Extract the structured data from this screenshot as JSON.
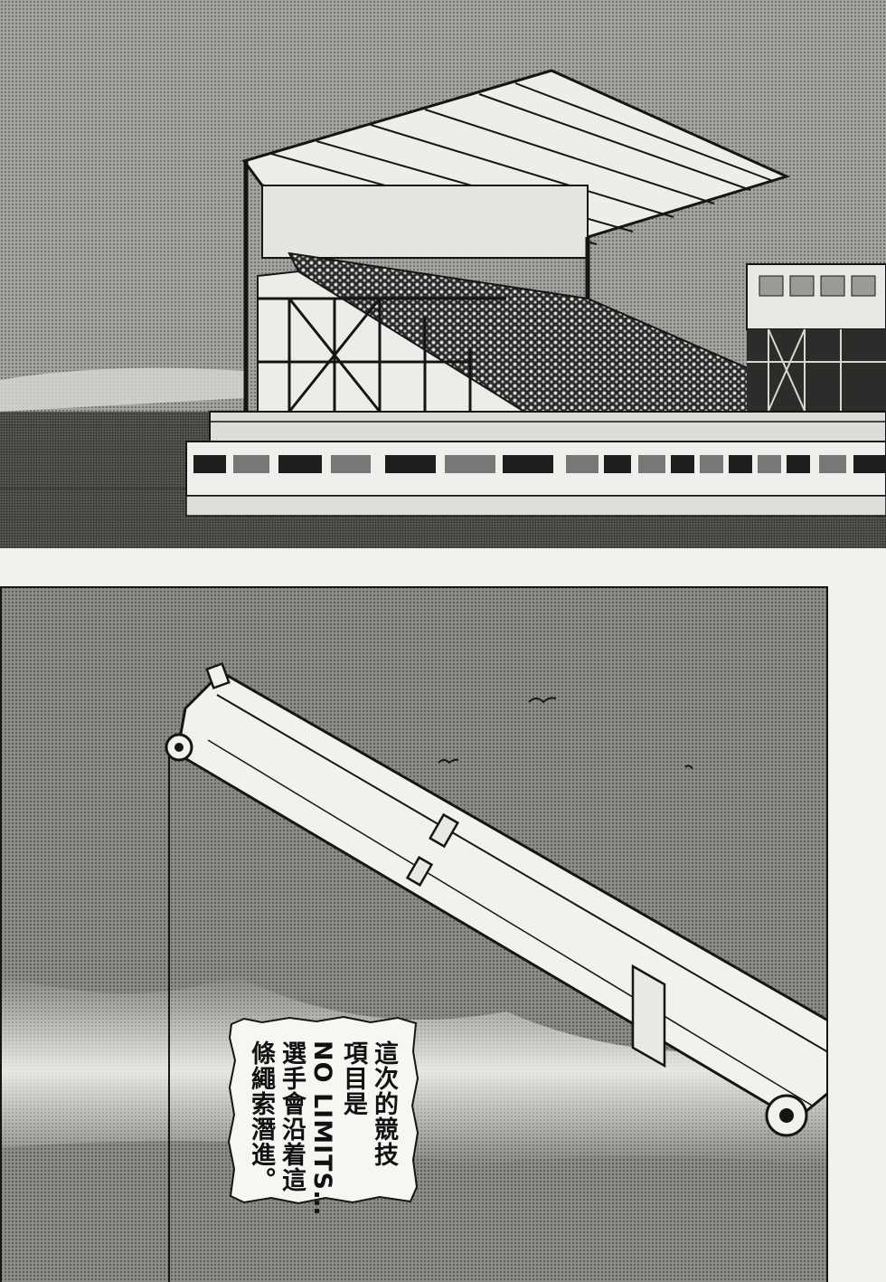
{
  "caption": {
    "lines": [
      "這次的競技",
      "項目是",
      "NO LIMITS…",
      "選手會沿着這",
      "條繩索潛進。"
    ]
  },
  "colors": {
    "ink": "#151515",
    "paper": "#f2f1ec",
    "screentone": "#8a8a8a"
  }
}
